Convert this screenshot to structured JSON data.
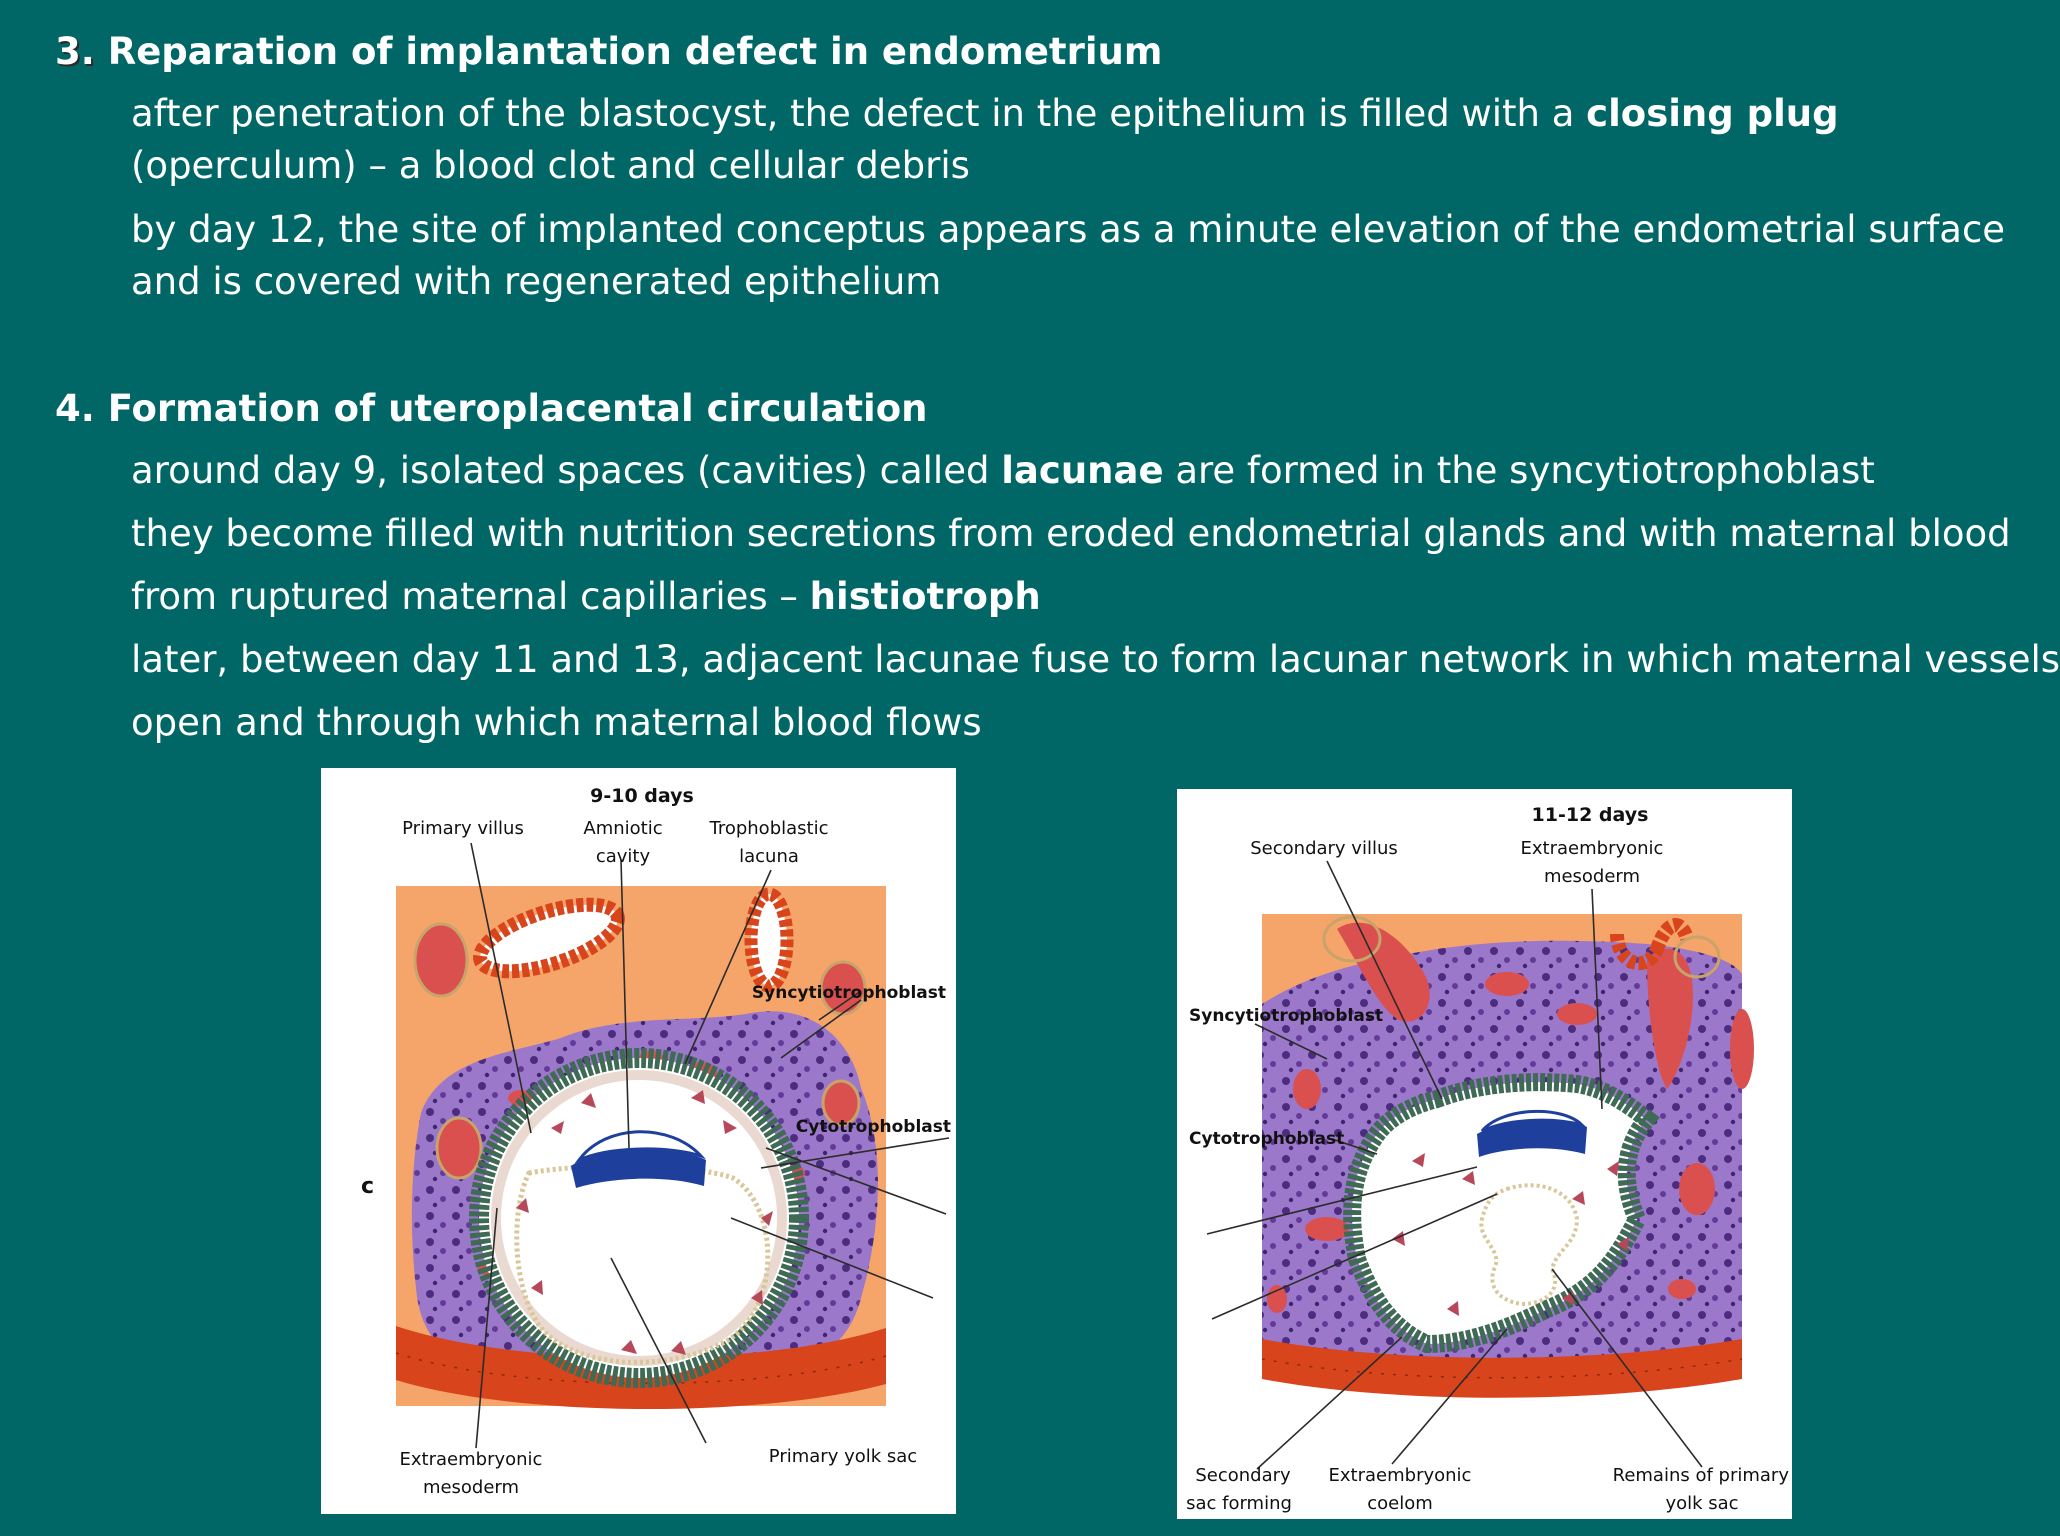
{
  "section3": {
    "number": "3.",
    "title": "Reparation of implantation defect in endometrium",
    "lines": [
      {
        "pre": "after penetration of the blastocyst, the defect in the epithelium is filled with a ",
        "bold": "closing plug",
        "post": ""
      },
      {
        "pre": "(operculum) – a blood clot and cellular debris",
        "bold": "",
        "post": ""
      },
      {
        "pre": "by day 12, the site of implanted conceptus appears as a minute elevation of the endometrial surface",
        "bold": "",
        "post": ""
      },
      {
        "pre": "and is covered with regenerated epithelium",
        "bold": "",
        "post": ""
      }
    ]
  },
  "section4": {
    "number": "4.",
    "title": "Formation of uteroplacental circulation",
    "lines": [
      {
        "pre": "around day 9, isolated spaces (cavities) called ",
        "bold": "lacunae",
        "post": " are formed in the syncytiotrophoblast"
      },
      {
        "pre": "they become filled with nutrition secretions from eroded endometrial glands and with maternal blood",
        "bold": "",
        "post": ""
      },
      {
        "pre": "from ruptured maternal capillaries – ",
        "bold": "histiotroph",
        "post": ""
      },
      {
        "pre": "later, between day 11 and 13, adjacent lacunae fuse to form lacunar network in which maternal vessels",
        "bold": "",
        "post": ""
      },
      {
        "pre": "open and through which maternal blood flows",
        "bold": "",
        "post": ""
      }
    ]
  },
  "figure_left": {
    "stage": "9-10 days",
    "panel_letter": "c",
    "labels": {
      "primary_villus": "Primary villus",
      "amniotic_cavity_1": "Amniotic",
      "amniotic_cavity_2": "cavity",
      "troph_lacuna_1": "Trophoblastic",
      "troph_lacuna_2": "lacuna",
      "syncytio": "Syncytiotrophoblast",
      "cyto": "Cytotrophoblast",
      "extra_meso_1": "Extraembryonic",
      "extra_meso_2": "mesoderm",
      "primary_yolk": "Primary yolk sac"
    }
  },
  "figure_right": {
    "stage": "11-12 days",
    "labels": {
      "secondary_villus": "Secondary villus",
      "extra_meso_1": "Extraembryonic",
      "extra_meso_2": "mesoderm",
      "syncytio": "Syncytiotrophoblast",
      "cyto": "Cytotrophoblast",
      "secondary_sac_1": "Secondary",
      "secondary_sac_2": "sac forming",
      "extra_coelom_1": "Extraembryonic",
      "extra_coelom_2": "coelom",
      "remains_yolk_1": "Remains of primary",
      "remains_yolk_2": "yolk sac"
    }
  },
  "colors": {
    "background": "#016666",
    "endometrium": "#f5a56a",
    "syncytio": "#9b78c9",
    "vessel": "#d9504f",
    "epithelium": "#d8441c",
    "cyto": "#3f6a55",
    "embryo": "#1e3f9c"
  }
}
